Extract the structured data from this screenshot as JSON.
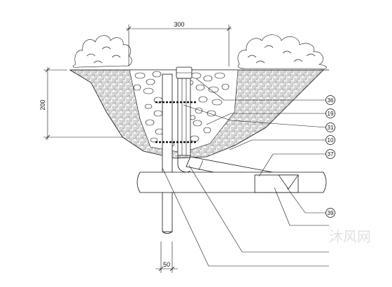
{
  "drawing": {
    "dimensions": {
      "top_width": "300",
      "left_height": "200",
      "bottom_width": "50"
    },
    "callouts": [
      "36",
      "19",
      "31",
      "10",
      "37",
      "39"
    ],
    "watermark": "沐风网"
  }
}
